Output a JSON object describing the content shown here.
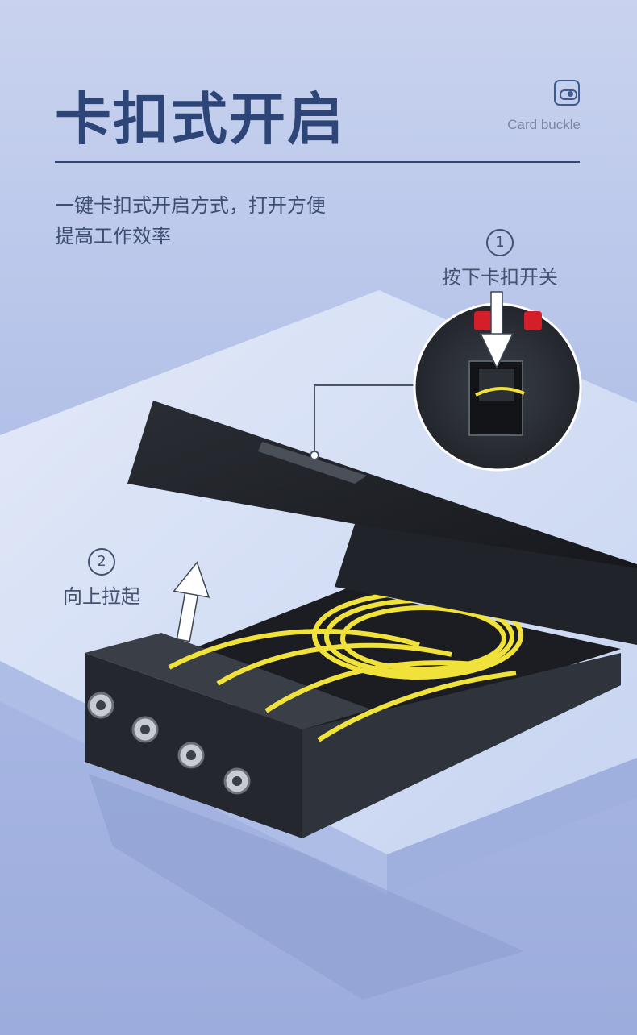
{
  "header": {
    "title": "卡扣式开启",
    "badge_label": "Card buckle",
    "badge_icon": "toggle-icon"
  },
  "description": {
    "line1": "一键卡扣式开启方式，打开方便",
    "line2": "提高工作效率"
  },
  "steps": [
    {
      "number": "1",
      "label": "按下卡扣开关",
      "icon": "down-arrow-icon"
    },
    {
      "number": "2",
      "label": "向上拉起",
      "icon": "up-arrow-icon"
    }
  ],
  "colors": {
    "accent": "#2e4677",
    "cable": "#f0e23a",
    "box": "#24272d",
    "platform": "#d6e0f6"
  }
}
